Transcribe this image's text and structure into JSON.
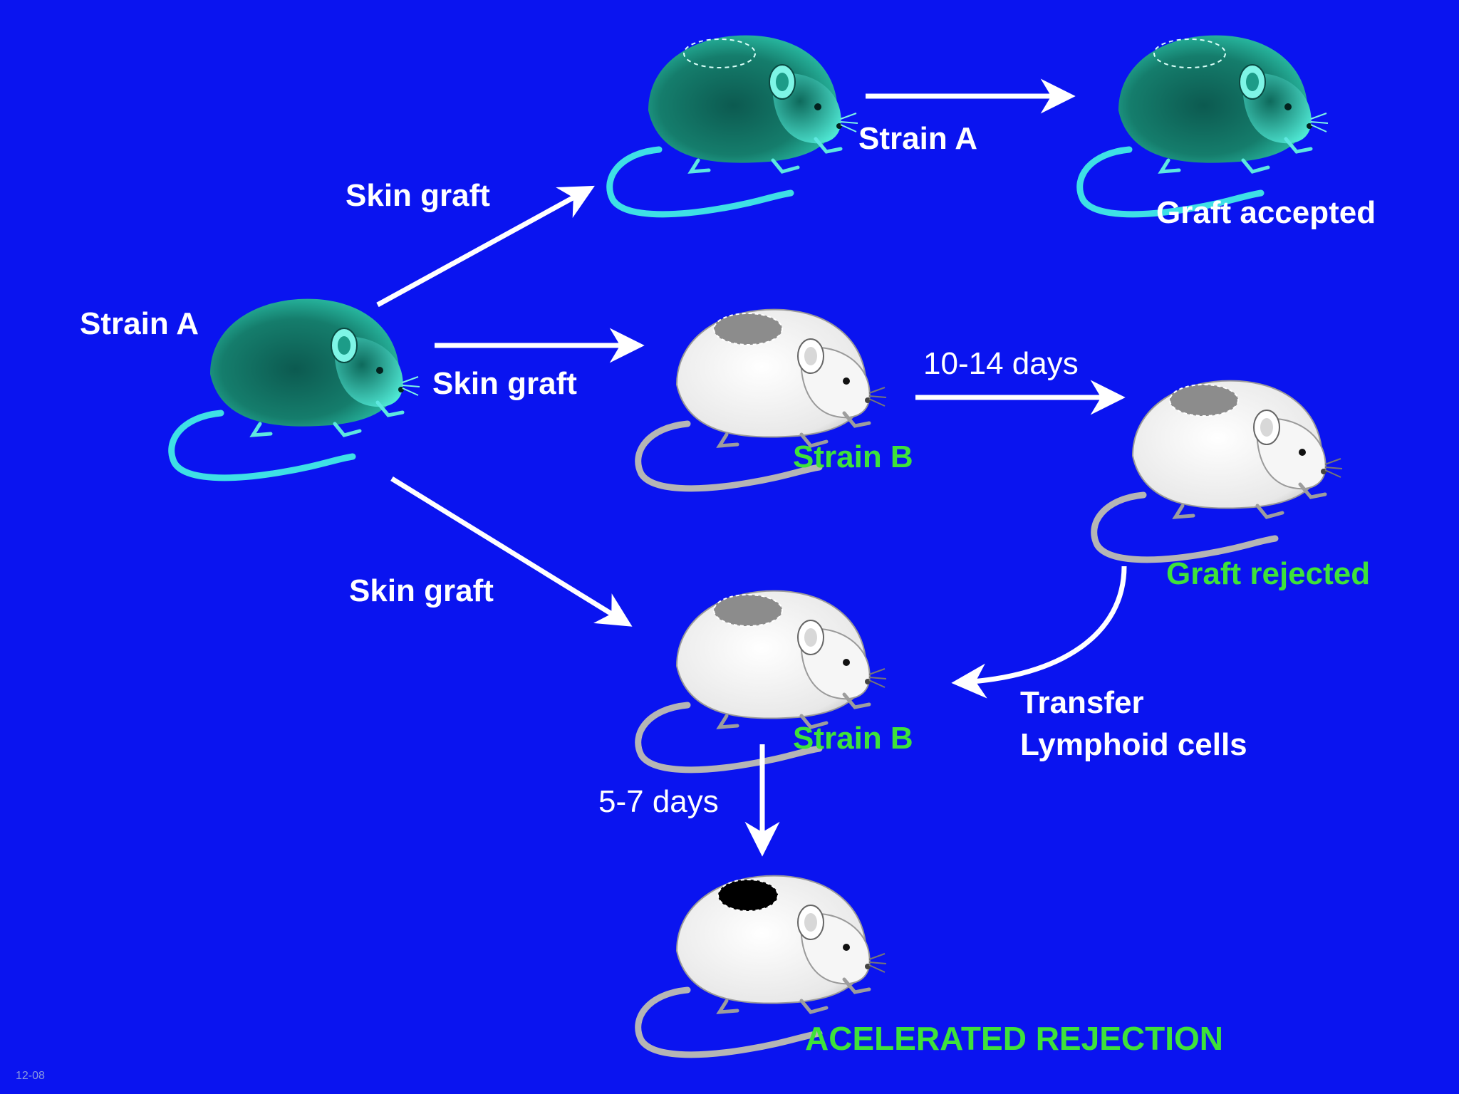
{
  "labels": {
    "strain_a_donor": "Strain A",
    "skin_graft_top": "Skin graft",
    "skin_graft_middle": "Skin graft",
    "skin_graft_bottom": "Skin graft",
    "strain_a_top": "Strain A",
    "graft_accepted": "Graft accepted",
    "days_10_14": "10-14 days",
    "strain_b_middle": "Strain B",
    "graft_rejected": "Graft rejected",
    "transfer": "Transfer",
    "lymphoid_cells": "Lymphoid cells",
    "strain_b_bottom": "Strain B",
    "days_5_7": "5-7 days",
    "accelerated_rejection": "ACELERATED REJECTION",
    "slide_number": "12-08"
  },
  "colors": {
    "background": "#0a14f0",
    "strain_a_mouse": "#0f6f63",
    "strain_b_mouse": "#f0f0f0",
    "label_white": "#ffffff",
    "label_green": "#3ee23a",
    "rejected_graft": "#8c8c8c",
    "necrotic_graft": "#000000"
  }
}
